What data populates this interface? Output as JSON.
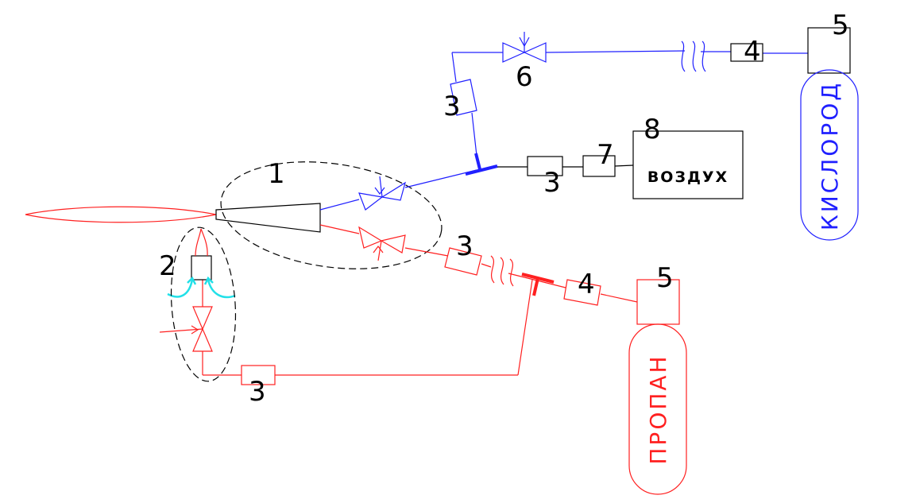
{
  "colors": {
    "oxygen_line": "#2020ff",
    "propane_line": "#ff2020",
    "outline": "#000000",
    "air_flow": "#22e0e8",
    "background": "#ffffff"
  },
  "labels": {
    "torch_group": "1",
    "pilot_burner": "2",
    "hose_oxygen": "3",
    "hose_air": "3",
    "hose_propane": "3",
    "hose_pilot": "3",
    "reducer_oxygen": "4",
    "reducer_propane": "4",
    "cylinder_oxygen_no": "5",
    "cylinder_propane_no": "5",
    "valve_oxygen": "6",
    "air_unit": "7",
    "air_source_no": "8"
  },
  "air_source_text": "ВОЗДУХ",
  "cylinders": {
    "oxygen_text": "КИСЛОРОД",
    "propane_text": "ПРОПАН"
  },
  "icons": [
    "valve-icon",
    "flame-icon",
    "tee-icon",
    "flexible-hose-icon",
    "air-flow-arrow-icon"
  ]
}
